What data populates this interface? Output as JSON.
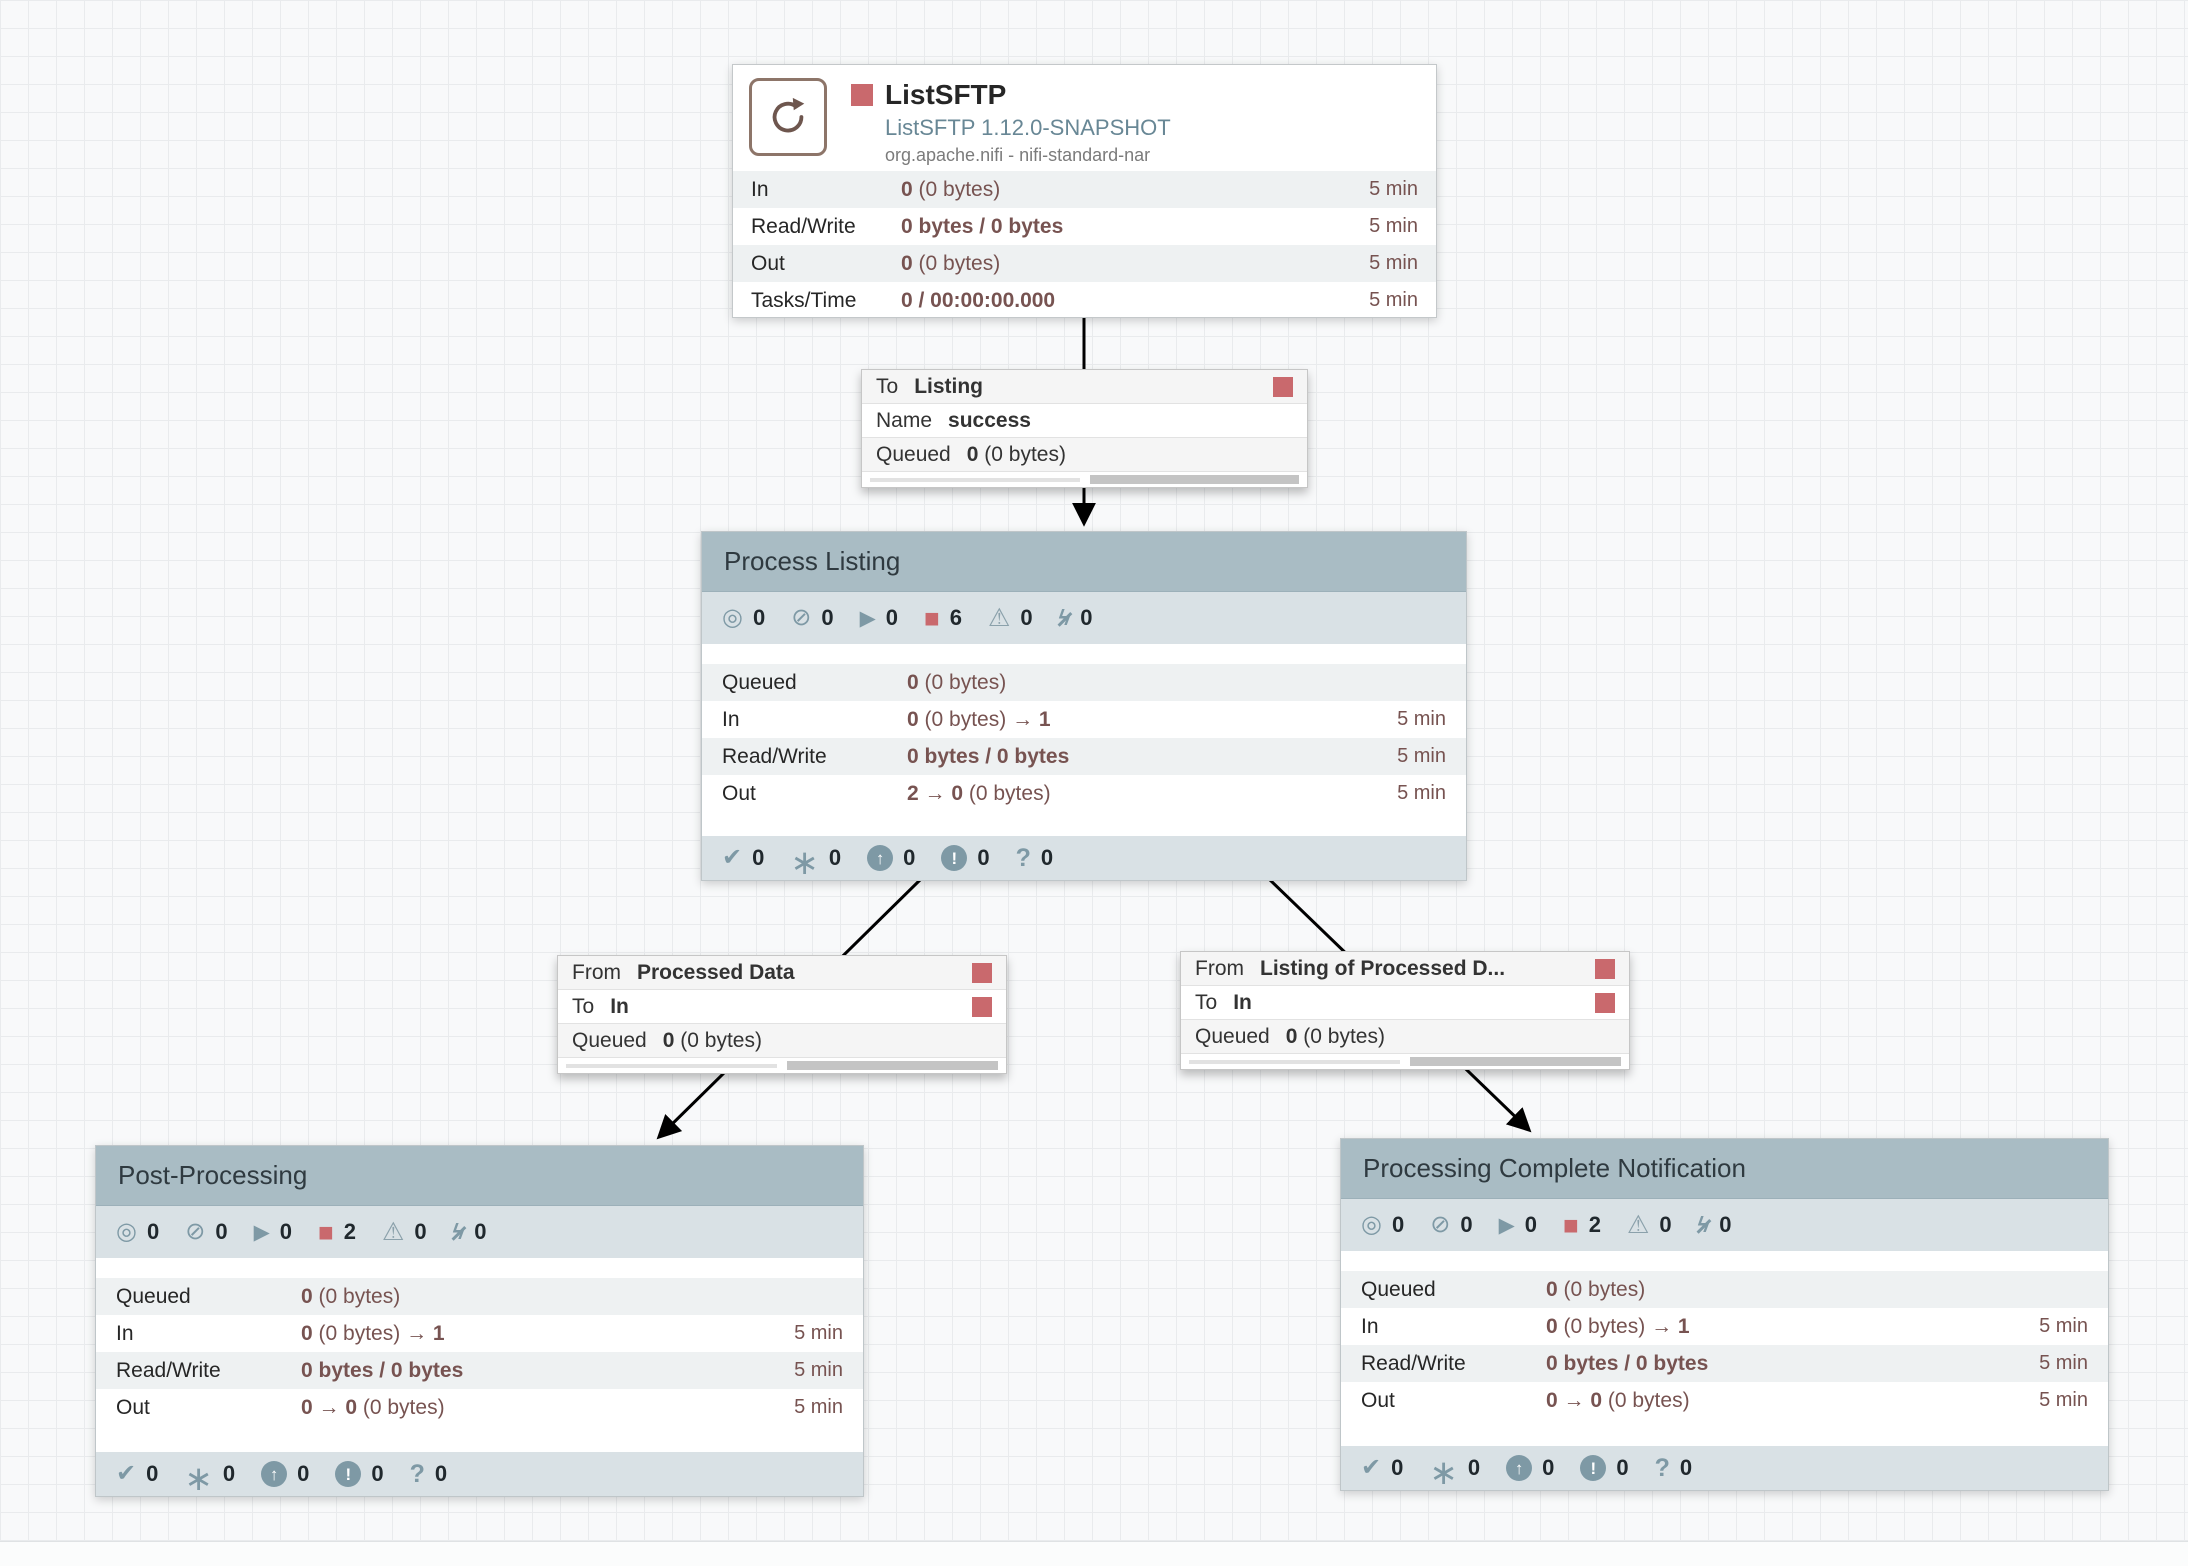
{
  "colors": {
    "accent_red": "#c9696d",
    "stat_value": "#775351",
    "icon_blue": "#7e99a5",
    "group_header": "#a9bcc4"
  },
  "icons": {
    "transmitting": "◎",
    "not_transmitting": "⊘",
    "running": "▶",
    "stopped": "■",
    "invalid": "⚠",
    "disabled": "ϟ",
    "up_to_date": "✔",
    "locally_modified": "∗",
    "stale": "↑",
    "locally_modified_stale": "!",
    "sync_failure": "?"
  },
  "processor": {
    "title": "ListSFTP",
    "subtitle": "ListSFTP 1.12.0-SNAPSHOT",
    "bundle": "org.apache.nifi - nifi-standard-nar",
    "stats": [
      {
        "label": "In",
        "b1": "0",
        "n1": " (0 bytes)",
        "b2": "",
        "window": "5 min"
      },
      {
        "label": "Read/Write",
        "b1": "0 bytes / 0 bytes",
        "n1": "",
        "b2": "",
        "window": "5 min"
      },
      {
        "label": "Out",
        "b1": "0",
        "n1": " (0 bytes)",
        "b2": "",
        "window": "5 min"
      },
      {
        "label": "Tasks/Time",
        "b1": "0 / 00:00:00.000",
        "n1": "",
        "b2": "",
        "window": "5 min"
      }
    ]
  },
  "connections": [
    {
      "rows": [
        {
          "k": "To",
          "v": "Listing"
        },
        {
          "k": "Name",
          "v": "success"
        },
        {
          "k": "Queued",
          "b1": "0",
          "n1": " (0 bytes)"
        }
      ]
    },
    {
      "rows": [
        {
          "k": "From",
          "v": "Processed Data"
        },
        {
          "k": "To",
          "v": "In"
        },
        {
          "k": "Queued",
          "b1": "0",
          "n1": " (0 bytes)"
        }
      ]
    },
    {
      "rows": [
        {
          "k": "From",
          "v": "Listing of Processed D..."
        },
        {
          "k": "To",
          "v": "In"
        },
        {
          "k": "Queued",
          "b1": "0",
          "n1": " (0 bytes)"
        }
      ]
    }
  ],
  "groups": [
    {
      "title": "Process Listing",
      "status": {
        "transmitting": "0",
        "not_transmitting": "0",
        "running": "0",
        "stopped": "6",
        "invalid": "0",
        "disabled": "0"
      },
      "stats": [
        {
          "label": "Queued",
          "b1": "0",
          "n1": " (0 bytes)",
          "b2": "",
          "window": ""
        },
        {
          "label": "In",
          "b1": "0",
          "n1": " (0 bytes) ",
          "b2": "→ 1",
          "window": "5 min"
        },
        {
          "label": "Read/Write",
          "b1": "0 bytes / 0 bytes",
          "n1": "",
          "b2": "",
          "window": "5 min"
        },
        {
          "label": "Out",
          "b1": "2 → 0",
          "n1": " (0 bytes)",
          "b2": "",
          "window": "5 min"
        }
      ],
      "versioned": {
        "up_to_date": "0",
        "locally_modified": "0",
        "stale": "0",
        "locally_modified_stale": "0",
        "sync_failure": "0"
      }
    },
    {
      "title": "Post-Processing",
      "status": {
        "transmitting": "0",
        "not_transmitting": "0",
        "running": "0",
        "stopped": "2",
        "invalid": "0",
        "disabled": "0"
      },
      "stats": [
        {
          "label": "Queued",
          "b1": "0",
          "n1": " (0 bytes)",
          "b2": "",
          "window": ""
        },
        {
          "label": "In",
          "b1": "0",
          "n1": " (0 bytes) ",
          "b2": "→ 1",
          "window": "5 min"
        },
        {
          "label": "Read/Write",
          "b1": "0 bytes / 0 bytes",
          "n1": "",
          "b2": "",
          "window": "5 min"
        },
        {
          "label": "Out",
          "b1": "0 → 0",
          "n1": " (0 bytes)",
          "b2": "",
          "window": "5 min"
        }
      ],
      "versioned": {
        "up_to_date": "0",
        "locally_modified": "0",
        "stale": "0",
        "locally_modified_stale": "0",
        "sync_failure": "0"
      }
    },
    {
      "title": "Processing Complete Notification",
      "status": {
        "transmitting": "0",
        "not_transmitting": "0",
        "running": "0",
        "stopped": "2",
        "invalid": "0",
        "disabled": "0"
      },
      "stats": [
        {
          "label": "Queued",
          "b1": "0",
          "n1": " (0 bytes)",
          "b2": "",
          "window": ""
        },
        {
          "label": "In",
          "b1": "0",
          "n1": " (0 bytes) ",
          "b2": "→ 1",
          "window": "5 min"
        },
        {
          "label": "Read/Write",
          "b1": "0 bytes / 0 bytes",
          "n1": "",
          "b2": "",
          "window": "5 min"
        },
        {
          "label": "Out",
          "b1": "0 → 0",
          "n1": " (0 bytes)",
          "b2": "",
          "window": "5 min"
        }
      ],
      "versioned": {
        "up_to_date": "0",
        "locally_modified": "0",
        "stale": "0",
        "locally_modified_stale": "0",
        "sync_failure": "0"
      }
    }
  ]
}
